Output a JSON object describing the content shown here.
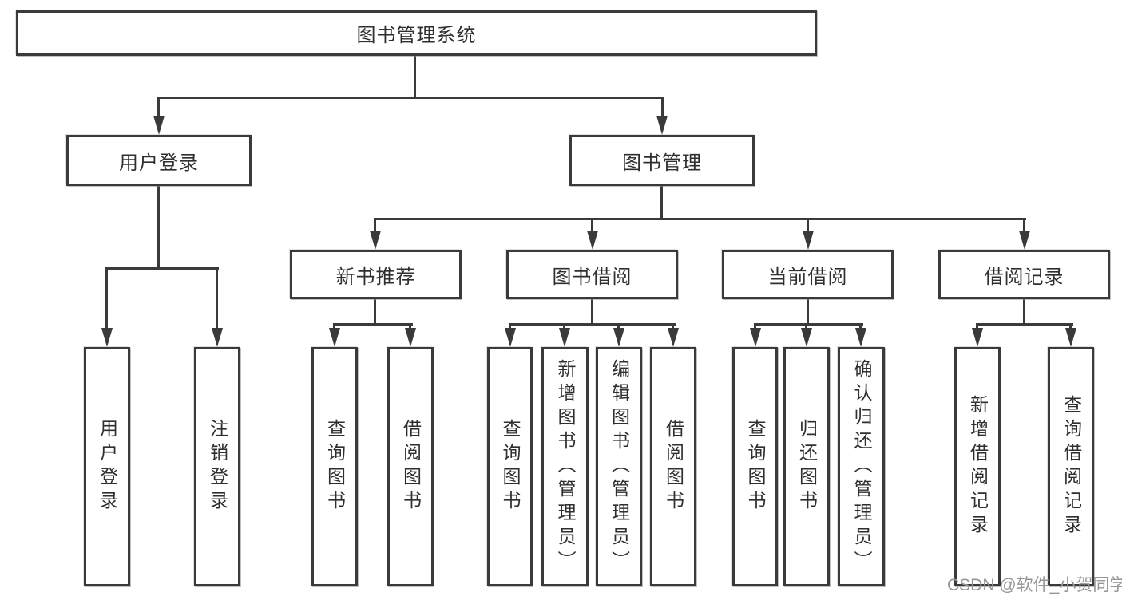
{
  "colors": {
    "line": "#3a3a3a",
    "box_border": "#3a3a3a",
    "text": "#2f2f2f",
    "watermark": "#969696",
    "background": "#ffffff"
  },
  "watermark": {
    "text": "CSDN @软件_小贺同学"
  },
  "tree": {
    "root": {
      "label": "图书管理系统"
    },
    "branches": [
      {
        "label": "用户登录",
        "children": [
          {
            "label": "用户登录"
          },
          {
            "label": "注销登录"
          }
        ]
      },
      {
        "label": "图书管理",
        "children": [
          {
            "label": "新书推荐",
            "children": [
              {
                "label": "查询图书"
              },
              {
                "label": "借阅图书"
              }
            ]
          },
          {
            "label": "图书借阅",
            "children": [
              {
                "label": "查询图书"
              },
              {
                "label": "新增图书（管理员）"
              },
              {
                "label": "编辑图书（管理员）"
              },
              {
                "label": "借阅图书"
              }
            ]
          },
          {
            "label": "当前借阅",
            "children": [
              {
                "label": "查询图书"
              },
              {
                "label": "归还图书"
              },
              {
                "label": "确认归还（管理员）"
              }
            ]
          },
          {
            "label": "借阅记录",
            "children": [
              {
                "label": "新增借阅记录"
              },
              {
                "label": "查询借阅记录"
              }
            ]
          }
        ]
      }
    ]
  }
}
